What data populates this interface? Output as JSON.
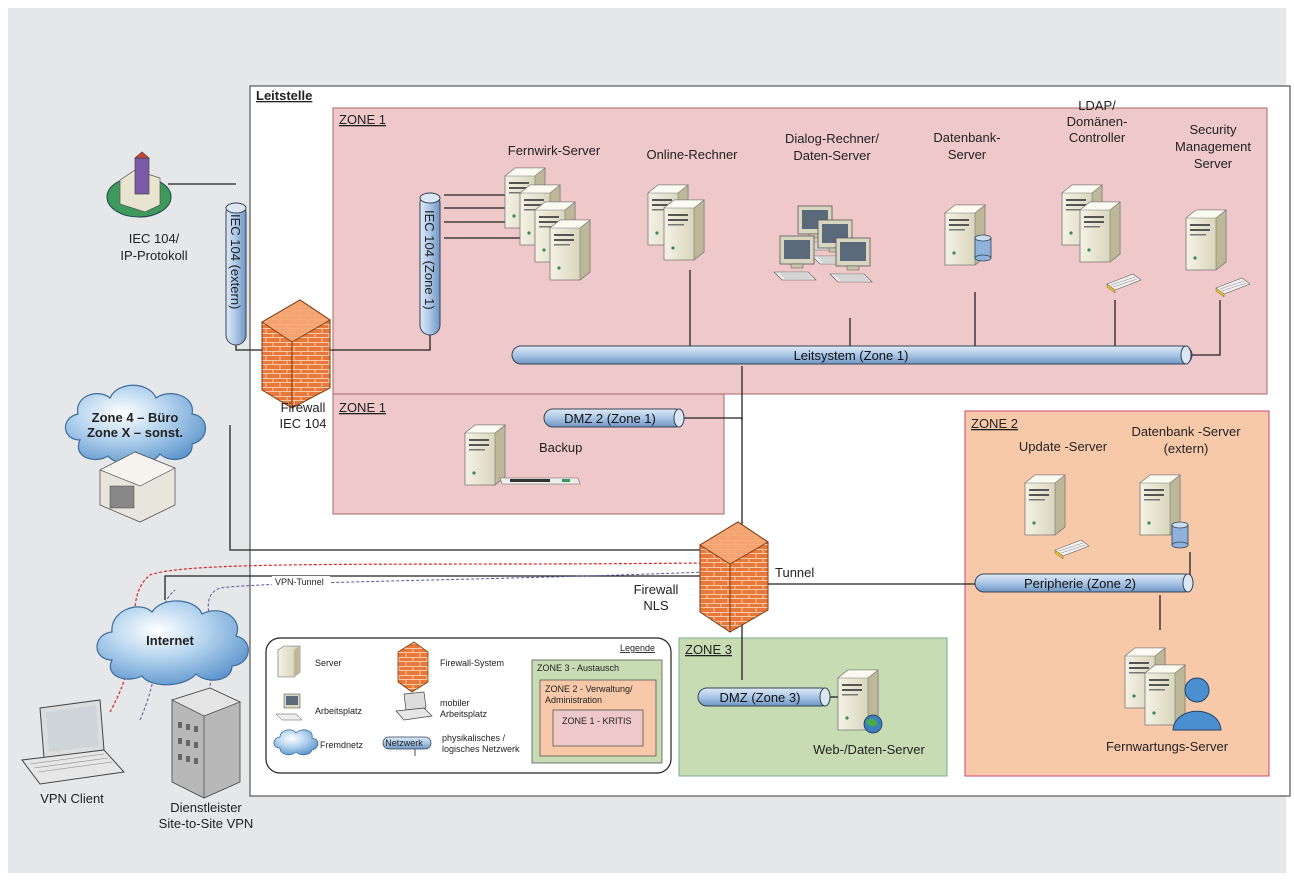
{
  "leitstelle": "Leitstelle",
  "zones": {
    "zone1_main": "ZONE 1",
    "zone1_backup": "ZONE 1",
    "zone2": "ZONE 2",
    "zone3": "ZONE 3"
  },
  "servers": {
    "fernwirk": "Fernwirk-Server",
    "online": "Online-Rechner",
    "dialog_1": "Dialog-Rechner/",
    "dialog_2": "Daten-Server",
    "datenbank_1": "Datenbank-",
    "datenbank_2": "Server",
    "ldap_1": "LDAP/",
    "ldap_2": "Domänen-",
    "ldap_3": "Controller",
    "security_1": "Security",
    "security_2": "Management",
    "security_3": "Server",
    "backup": "Backup",
    "update": "Update -Server",
    "db_extern_1": "Datenbank -Server",
    "db_extern_2": "(extern)",
    "fernwartung": "Fernwartungs-Server",
    "web": "Web-/Daten-Server"
  },
  "networks": {
    "iec_extern": "IEC 104 (extern)",
    "iec_zone1": "IEC 104 (Zone 1)",
    "leitsystem": "Leitsystem (Zone 1)",
    "dmz2": "DMZ 2 (Zone 1)",
    "peripherie": "Peripherie (Zone 2)",
    "dmz3": "DMZ (Zone 3)"
  },
  "external": {
    "iec_1": "IEC 104/",
    "iec_2": "IP-Protokoll",
    "zone4_1": "Zone 4 – Büro",
    "zone4_2": "Zone X – sonst.",
    "internet": "Internet",
    "vpn_client": "VPN Client",
    "dienst_1": "Dienstleister",
    "dienst_2": "Site-to-Site VPN"
  },
  "firewalls": {
    "iec_1": "Firewall",
    "iec_2": "IEC 104",
    "nls_1": "Firewall",
    "nls_2": "NLS"
  },
  "links": {
    "tunnel": "Tunnel",
    "vpn_tunnel": "VPN-Tunnel"
  },
  "legend": {
    "title": "Legende",
    "server": "Server",
    "firewall": "Firewall-System",
    "arbeitsplatz": "Arbeitsplatz",
    "mobil_1": "mobiler",
    "mobil_2": "Arbeitsplatz",
    "fremdnetz": "Fremdnetz",
    "netzwerk": "Netzwerk",
    "netz_1": "physikalisches /",
    "netz_2": "logisches Netzwerk",
    "zone3": "ZONE 3 - Austausch",
    "zone2_1": "ZONE 2 - Verwaltung/",
    "zone2_2": "Administration",
    "zone1": "ZONE 1 - KRITIS"
  },
  "colors": {
    "background": "#e6e7e8",
    "zone1": "#efc8c9",
    "zone2": "#f8c9a9",
    "zone3": "#c8dcb4",
    "pipe": "#b9d3ec",
    "firewall": "#e8773a"
  }
}
